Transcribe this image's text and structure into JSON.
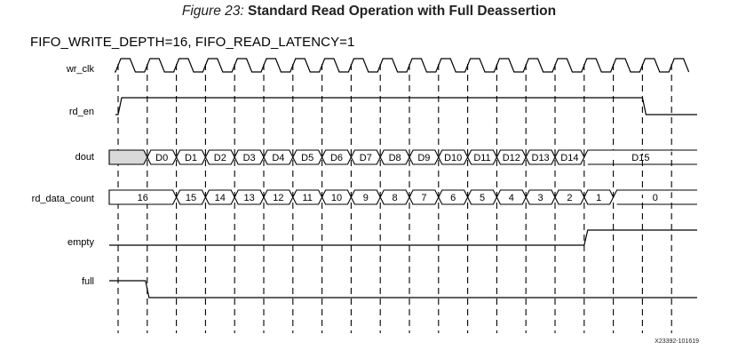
{
  "figure": {
    "prefix": "Figure 23:",
    "title": "Standard Read Operation with Full Deassertion",
    "params": "FIFO_WRITE_DEPTH=16, FIFO_READ_LATENCY=1",
    "id": "X23392-101619"
  },
  "signals": {
    "wr_clk": {
      "label": "wr_clk"
    },
    "rd_en": {
      "label": "rd_en"
    },
    "dout": {
      "label": "dout",
      "values": [
        "D0",
        "D1",
        "D2",
        "D3",
        "D4",
        "D5",
        "D6",
        "D7",
        "D8",
        "D9",
        "D10",
        "D11",
        "D12",
        "D13",
        "D14",
        "D15"
      ]
    },
    "rd_data_count": {
      "label": "rd_data_count",
      "values": [
        "16",
        "15",
        "14",
        "13",
        "12",
        "11",
        "10",
        "9",
        "8",
        "7",
        "6",
        "5",
        "4",
        "3",
        "2",
        "1",
        "0"
      ]
    },
    "empty": {
      "label": "empty"
    },
    "full": {
      "label": "full"
    }
  },
  "colors": {
    "line": "#000000",
    "shade": "#d9d9d9",
    "guide": "#000000"
  }
}
